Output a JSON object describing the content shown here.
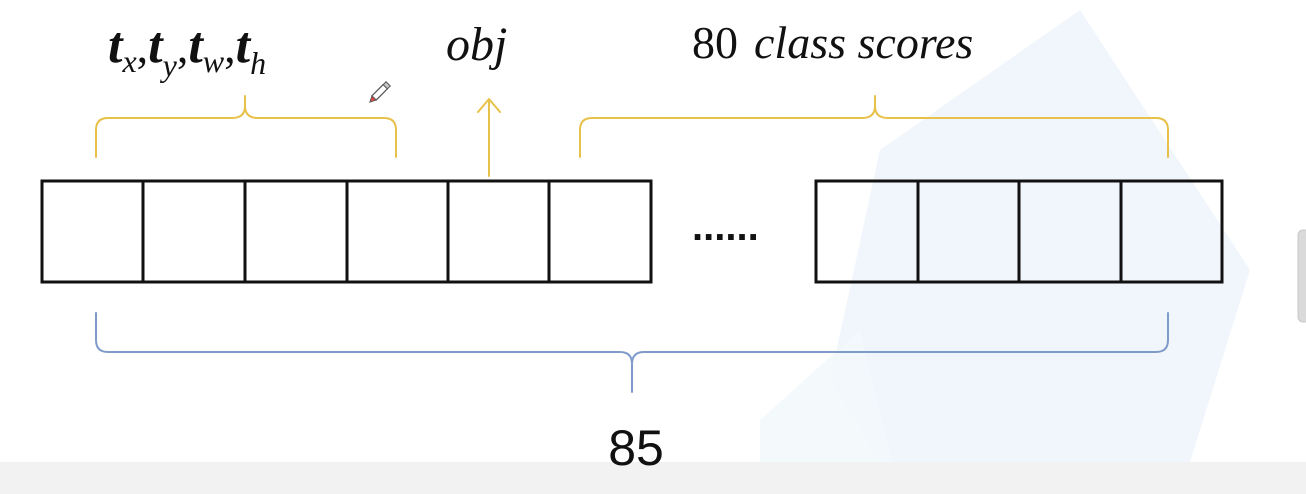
{
  "diagram": {
    "bbox_params_label": {
      "parts": [
        {
          "base": "t",
          "sub": "x"
        },
        {
          "base": "t",
          "sub": "y"
        },
        {
          "base": "t",
          "sub": "w"
        },
        {
          "base": "t",
          "sub": "h"
        }
      ],
      "separator": ","
    },
    "objectness_label": "obj",
    "class_scores_label": {
      "count": "80",
      "text": "class scores"
    },
    "ellipsis": "......",
    "total_length_label": "85",
    "cells": {
      "left_group_count": 6,
      "right_group_count": 4
    },
    "colors": {
      "annotation_yellow": "#E8C14A",
      "total_brace_blue": "#7F9CC8",
      "cell_outline": "#111111",
      "background_watermark": "#EEF5FB"
    }
  }
}
